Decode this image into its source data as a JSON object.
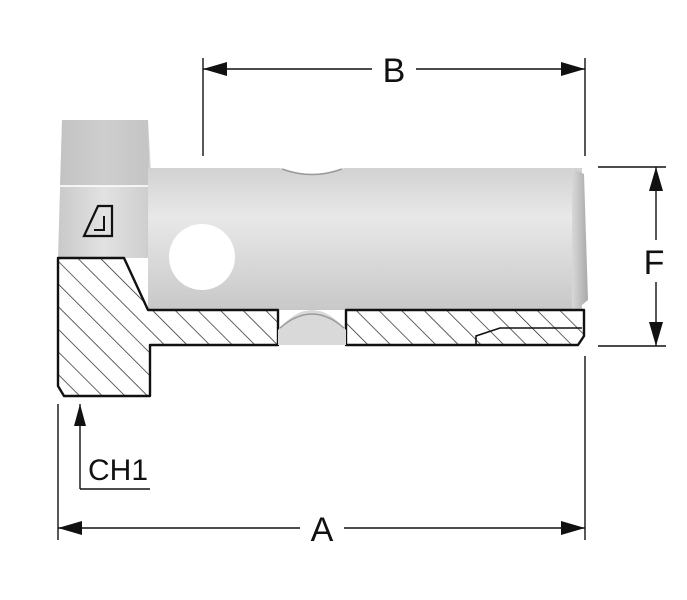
{
  "diagram": {
    "dimension_labels": {
      "a": "A",
      "b": "B",
      "f": "F",
      "ch1": "CH1"
    },
    "logo_icon": "triangle-logo-icon",
    "colors": {
      "line": "#111111",
      "metal_light": "#e6e6e6",
      "metal_mid": "#cfcfcf",
      "metal_dark": "#b4b4b4",
      "section_fill": "#ffffff",
      "hatch": "#222222",
      "hole": "#ffffff"
    }
  }
}
